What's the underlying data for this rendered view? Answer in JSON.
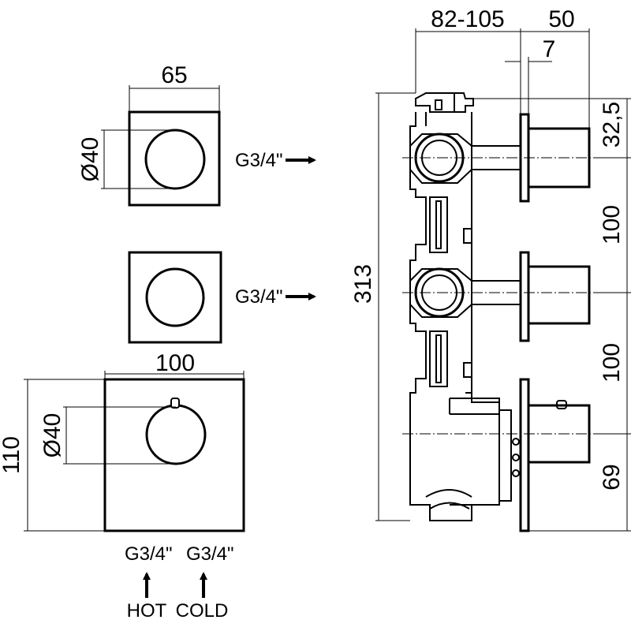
{
  "dimensions": {
    "small_plate_width": "65",
    "small_knob_diameter": "Ø40",
    "main_plate_width": "100",
    "main_plate_height": "110",
    "main_knob_diameter": "Ø40",
    "depth_range": "82-105",
    "knob_projection": "50",
    "plate_thickness": "7",
    "total_height": "313",
    "top_offset": "32,5",
    "spacing_upper": "100",
    "spacing_lower": "100",
    "bottom_offset": "69"
  },
  "connections": {
    "outlet_upper": "G3/4\"",
    "outlet_middle": "G3/4\"",
    "inlet_hot_thread": "G3/4\"",
    "inlet_cold_thread": "G3/4\"",
    "hot_label": "HOT",
    "cold_label": "COLD"
  }
}
